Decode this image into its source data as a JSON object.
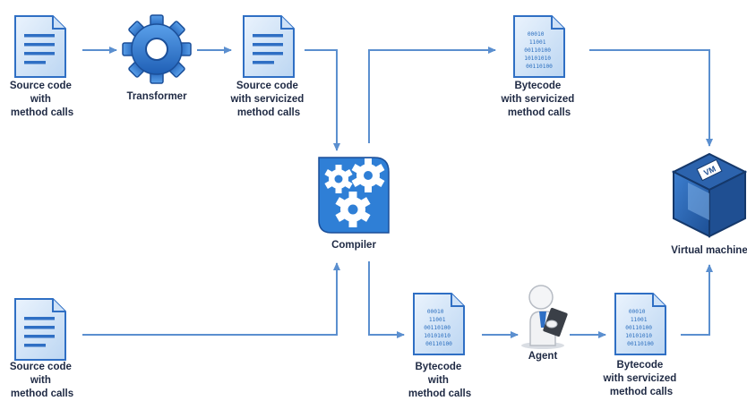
{
  "diagram": {
    "nodes": {
      "source_top": {
        "label_lines": [
          "Source code",
          "with",
          "method calls"
        ],
        "icon": "document-icon"
      },
      "transformer": {
        "label_lines": [
          "Transformer"
        ],
        "icon": "gear-icon"
      },
      "source_servicized": {
        "label_lines": [
          "Source code",
          "with servicized",
          "method calls"
        ],
        "icon": "document-icon"
      },
      "compiler": {
        "label_lines": [
          "Compiler"
        ],
        "icon": "gears-icon"
      },
      "bytecode_servicized_top": {
        "label_lines": [
          "Bytecode",
          "with servicized",
          "method calls"
        ],
        "icon": "binary-file-icon",
        "bits": [
          "00010",
          "11001",
          "00110100",
          "10101010",
          "00110100"
        ]
      },
      "virtual_machine": {
        "label_lines": [
          "Virtual machine"
        ],
        "icon": "virtual-machine-cube-icon",
        "cube_text": "VM"
      },
      "source_bottom": {
        "label_lines": [
          "Source code",
          "with",
          "method calls"
        ],
        "icon": "document-icon"
      },
      "bytecode_bottom": {
        "label_lines": [
          "Bytecode",
          "with",
          "method calls"
        ],
        "icon": "binary-file-icon",
        "bits": [
          "00010",
          "11001",
          "00110100",
          "10101010",
          "00110100"
        ]
      },
      "agent": {
        "label_lines": [
          "Agent"
        ],
        "icon": "agent-figure-icon"
      },
      "bytecode_servicized_bottom": {
        "label_lines": [
          "Bytecode",
          "with servicized",
          "method calls"
        ],
        "icon": "binary-file-icon",
        "bits": [
          "00010",
          "11001",
          "00110100",
          "10101010",
          "00110100"
        ]
      }
    },
    "edges": [
      {
        "from": "source_top",
        "to": "transformer"
      },
      {
        "from": "transformer",
        "to": "source_servicized"
      },
      {
        "from": "source_servicized",
        "to": "compiler"
      },
      {
        "from": "source_bottom",
        "to": "compiler"
      },
      {
        "from": "compiler",
        "to": "bytecode_servicized_top"
      },
      {
        "from": "bytecode_servicized_top",
        "to": "virtual_machine"
      },
      {
        "from": "compiler",
        "to": "bytecode_bottom"
      },
      {
        "from": "bytecode_bottom",
        "to": "agent"
      },
      {
        "from": "agent",
        "to": "bytecode_servicized_bottom"
      },
      {
        "from": "bytecode_servicized_bottom",
        "to": "virtual_machine"
      }
    ],
    "colors": {
      "arrow": "#5b8fcf",
      "icon_blue": "#2f6fc4",
      "icon_light": "#cfe2f7",
      "label_text": "#1f2a44"
    }
  }
}
